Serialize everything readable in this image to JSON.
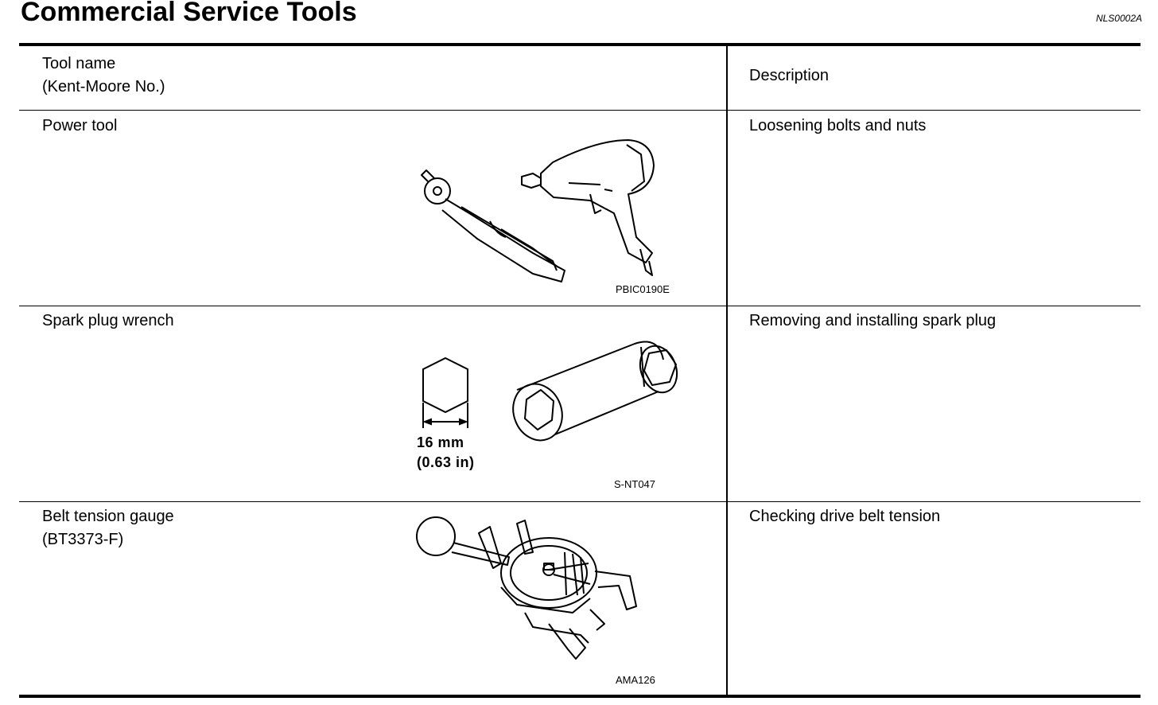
{
  "page": {
    "title": "Commercial Service Tools",
    "code": "NLS0002A"
  },
  "table": {
    "header": {
      "tool_name": "Tool name\n(Kent-Moore No.)",
      "description": "Description"
    },
    "rows": [
      {
        "tool_name": "Power tool",
        "description": "Loosening bolts and nuts",
        "figure_id": "PBIC0190E",
        "figure_icon": "power-tools-icon"
      },
      {
        "tool_name": "Spark plug wrench",
        "description": "Removing and installing spark plug",
        "figure_id": "S-NT047",
        "figure_icon": "spark-plug-socket-icon",
        "dimension": "16  mm\n(0.63  in)"
      },
      {
        "tool_name": "Belt tension gauge\n(BT3373-F)",
        "description": "Checking drive belt tension",
        "figure_id": "AMA126",
        "figure_icon": "belt-tension-gauge-icon"
      }
    ]
  }
}
